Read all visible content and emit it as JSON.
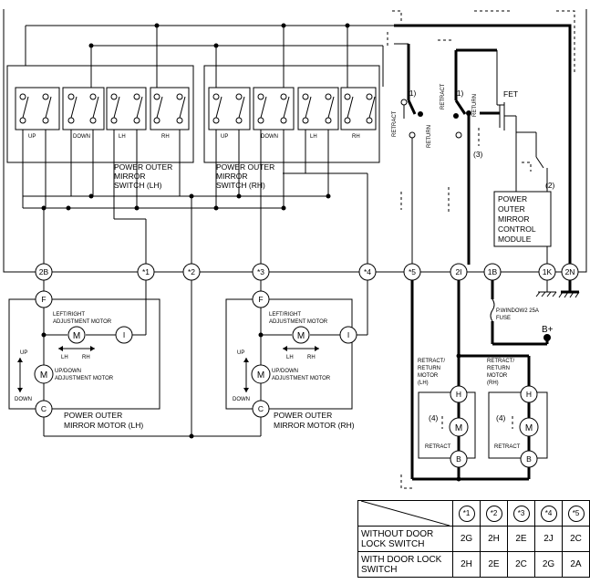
{
  "switches": [
    {
      "title": "POWER OUTER MIRROR SWITCH (LH)",
      "title_lines": [
        "POWER OUTER",
        "MIRROR",
        "SWITCH  (LH)"
      ],
      "buttons": [
        "UP",
        "DOWN",
        "LH",
        "RH"
      ]
    },
    {
      "title": "POWER OUTER MIRROR SWITCH (RH)",
      "title_lines": [
        "POWER OUTER",
        "MIRROR",
        "SWITCH  (RH)"
      ],
      "buttons": [
        "UP",
        "DOWN",
        "LH",
        "RH"
      ]
    }
  ],
  "retract_switches": [
    {
      "callout": "(1)",
      "retract": "RETRACT",
      "return": "RETURN"
    },
    {
      "callout": "(1)",
      "retract": "RETRACT",
      "return": "RETURN"
    }
  ],
  "fet_label": "FET",
  "callouts": {
    "c2": "(2)",
    "c3": "(3)",
    "c4a": "(4)",
    "c4b": "(4)"
  },
  "control_module_lines": [
    "POWER",
    "OUTER",
    "MIRROR",
    "CONTROL",
    "MODULE"
  ],
  "connectors": [
    "2B",
    "*1",
    "*2",
    "*3",
    "*4",
    "*5",
    "2I",
    "1B",
    "1K",
    "2N"
  ],
  "mirror_motors": [
    {
      "title_lines": [
        "POWER OUTER",
        "MIRROR MOTOR (LH)"
      ],
      "lr_label_lines": [
        "LEFT/RIGHT",
        "ADJUSTMENT MOTOR"
      ],
      "ud_label_lines": [
        "UP/DOWN",
        "ADJUSTMENT MOTOR"
      ],
      "lh": "LH",
      "rh": "RH",
      "up": "UP",
      "down": "DOWN",
      "terminals": [
        "F",
        "I",
        "C"
      ],
      "motor": "M"
    },
    {
      "title_lines": [
        "POWER OUTER",
        "MIRROR MOTOR (RH)"
      ],
      "lr_label_lines": [
        "LEFT/RIGHT",
        "ADJUSTMENT MOTOR"
      ],
      "ud_label_lines": [
        "UP/DOWN",
        "ADJUSTMENT MOTOR"
      ],
      "lh": "LH",
      "rh": "RH",
      "up": "UP",
      "down": "DOWN",
      "terminals": [
        "F",
        "I",
        "C"
      ],
      "motor": "M"
    }
  ],
  "fuse_lines": [
    "P.WINDOW2 25A",
    "FUSE"
  ],
  "battery": "B+",
  "retract_motors": [
    {
      "title_lines": [
        "RETRACT/",
        "RETURN",
        "MOTOR",
        "(LH)"
      ],
      "terminals": [
        "H",
        "B"
      ],
      "retract": "RETRACT",
      "motor": "M"
    },
    {
      "title_lines": [
        "RETRACT/",
        "RETURN",
        "MOTOR",
        "(RH)"
      ],
      "terminals": [
        "H",
        "B"
      ],
      "retract": "RETRACT",
      "motor": "M"
    }
  ],
  "table": {
    "headers": [
      "*1",
      "*2",
      "*3",
      "*4",
      "*5"
    ],
    "rows": [
      {
        "label": "WITHOUT DOOR LOCK SWITCH",
        "values": [
          "2G",
          "2H",
          "2E",
          "2J",
          "2C"
        ]
      },
      {
        "label": "WITH DOOR LOCK SWITCH",
        "values": [
          "2H",
          "2E",
          "2C",
          "2G",
          "2A"
        ]
      }
    ]
  }
}
